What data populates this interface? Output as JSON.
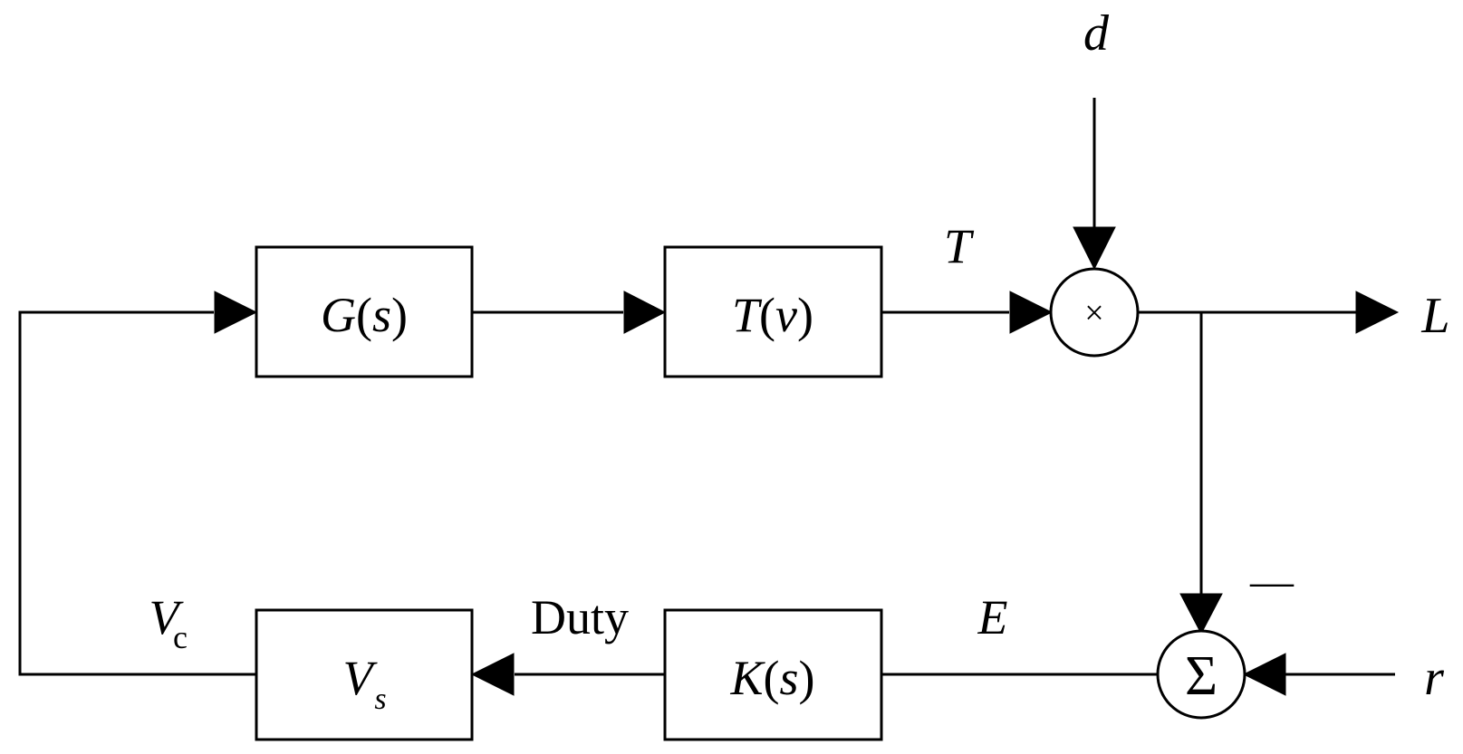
{
  "blocks": {
    "plant": {
      "name": "G",
      "arg": "s"
    },
    "thermal": {
      "name": "T",
      "arg": "v"
    },
    "controller": {
      "name": "K",
      "arg": "s"
    },
    "supply": {
      "name": "V",
      "sub": "s"
    }
  },
  "nodes": {
    "multiplier": {
      "symbol": "×"
    },
    "summer": {
      "symbol": "Σ",
      "minus_sign": "—"
    }
  },
  "signals": {
    "disturbance": "d",
    "torque": "T",
    "output": "L",
    "reference": "r",
    "error": "E",
    "duty": "Duty",
    "control_voltage": {
      "main": "V",
      "sub": "c"
    }
  }
}
